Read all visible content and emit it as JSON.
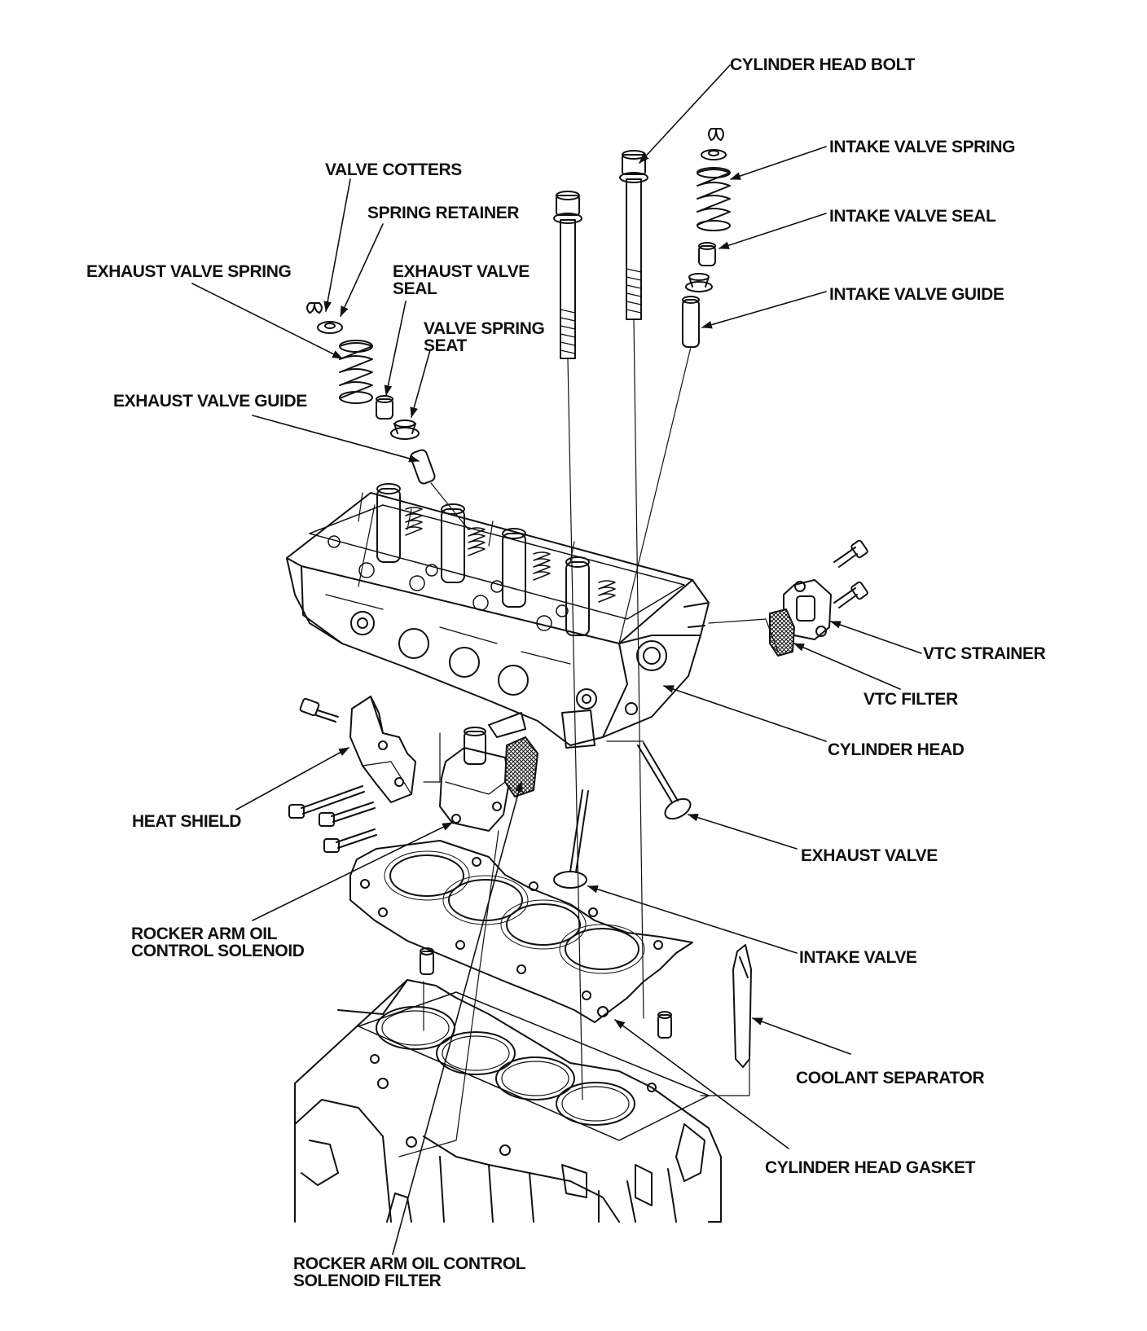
{
  "labels": {
    "cylinder_head_bolt": "CYLINDER HEAD BOLT",
    "intake_valve_spring": "INTAKE VALVE SPRING",
    "valve_cotters": "VALVE COTTERS",
    "spring_retainer": "SPRING RETAINER",
    "intake_valve_seal": "INTAKE VALVE SEAL",
    "exhaust_valve_spring": "EXHAUST VALVE SPRING",
    "exhaust_valve_seal": [
      "EXHAUST VALVE",
      "SEAL"
    ],
    "intake_valve_guide": "INTAKE VALVE GUIDE",
    "valve_spring_seat": [
      "VALVE SPRING",
      "SEAT"
    ],
    "exhaust_valve_guide": "EXHAUST VALVE GUIDE",
    "vtc_strainer": "VTC STRAINER",
    "vtc_filter": "VTC FILTER",
    "cylinder_head": "CYLINDER HEAD",
    "heat_shield": "HEAT SHIELD",
    "exhaust_valve": "EXHAUST VALVE",
    "rocker_arm_solenoid": [
      "ROCKER ARM OIL",
      "CONTROL SOLENOID"
    ],
    "intake_valve": "INTAKE VALVE",
    "coolant_separator": "COOLANT SEPARATOR",
    "cylinder_head_gasket": "CYLINDER HEAD GASKET",
    "rocker_arm_solenoid_filter": [
      "ROCKER ARM OIL CONTROL",
      "SOLENOID FILTER"
    ]
  }
}
